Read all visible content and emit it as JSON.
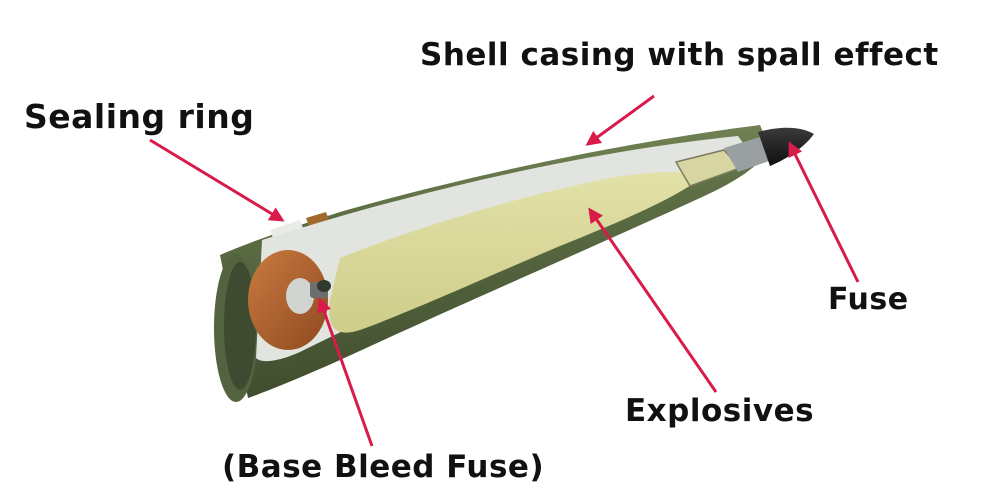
{
  "labels": {
    "shell_casing": "Shell casing with spall effect",
    "sealing_ring": "Sealing ring",
    "fuse": "Fuse",
    "explosives": "Explosives",
    "base_bleed_fuse": "(Base Bleed Fuse)"
  },
  "icons": {
    "projectile": "artillery-shell-cutaway-illustration",
    "pointer": "arrow-icon"
  },
  "colors": {
    "arrow": "#d81b4a",
    "casing": "#5d6f46",
    "casing_light": "#8a9a68",
    "explosive": "#d9d89a",
    "liner": "#e2e4df",
    "copper": "#b4622d",
    "fuse": "#1e1e1e",
    "text": "#111111"
  }
}
